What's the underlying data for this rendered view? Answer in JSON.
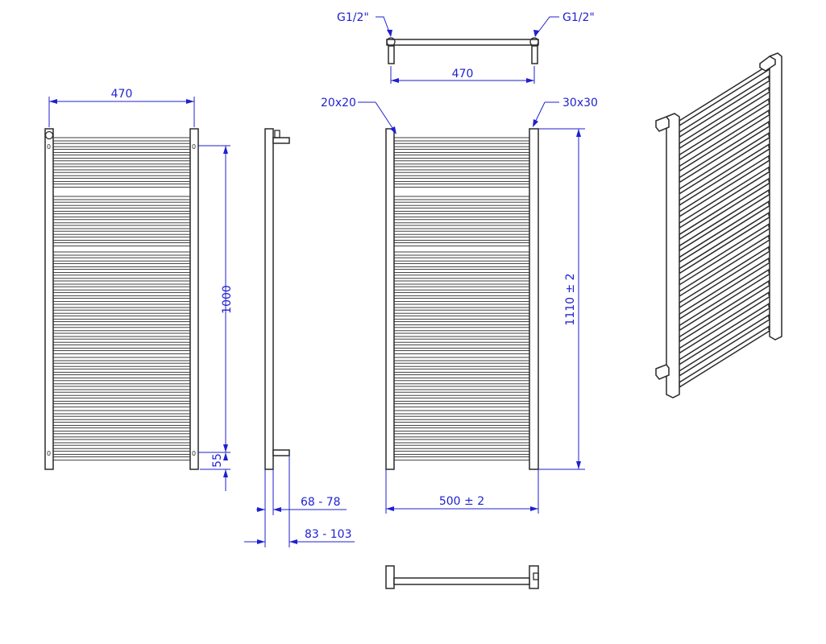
{
  "labels": {
    "top_left_conn": "G1/2\"",
    "top_right_conn": "G1/2\"",
    "top_width": "470",
    "front_width": "470",
    "front_height": "1000",
    "front_bottom": "55",
    "bar_section": "20x20",
    "rail_section": "30x30",
    "overall_height": "1110 ± 2",
    "overall_width": "500 ± 2",
    "depth_small": "68 - 78",
    "depth_large": "83 - 103",
    "bolt_mark": "0"
  },
  "colors": {
    "dimension": "#1f1fd0",
    "line": "#2a2a2a"
  }
}
